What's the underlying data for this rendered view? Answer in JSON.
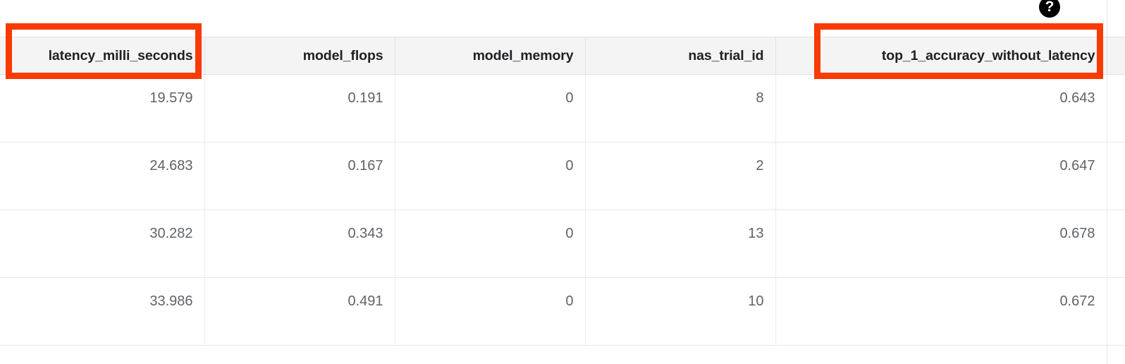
{
  "overlay": {
    "help_icon": "help-circle-icon",
    "help_glyph": "?",
    "annotation_color": "#f93a02",
    "annotations": [
      {
        "id": "annot-latency",
        "target": "latency_milli_seconds"
      },
      {
        "id": "annot-top1",
        "target": "top_1_accuracy_without_latency"
      }
    ]
  },
  "table": {
    "columns": [
      {
        "key": "latency_milli_seconds",
        "label": "latency_milli_seconds",
        "align": "right"
      },
      {
        "key": "model_flops",
        "label": "model_flops",
        "align": "right"
      },
      {
        "key": "model_memory",
        "label": "model_memory",
        "align": "right"
      },
      {
        "key": "nas_trial_id",
        "label": "nas_trial_id",
        "align": "right"
      },
      {
        "key": "top_1_accuracy_without_latency",
        "label": "top_1_accuracy_without_latency",
        "align": "right"
      },
      {
        "key": "next_column_clipped",
        "label": "",
        "align": "right"
      }
    ],
    "rows": [
      {
        "latency_milli_seconds": "19.579",
        "model_flops": "0.191",
        "model_memory": "0",
        "nas_trial_id": "8",
        "top_1_accuracy_without_latency": "0.643",
        "next_column_clipped": ""
      },
      {
        "latency_milli_seconds": "24.683",
        "model_flops": "0.167",
        "model_memory": "0",
        "nas_trial_id": "2",
        "top_1_accuracy_without_latency": "0.647",
        "next_column_clipped": ""
      },
      {
        "latency_milli_seconds": "30.282",
        "model_flops": "0.343",
        "model_memory": "0",
        "nas_trial_id": "13",
        "top_1_accuracy_without_latency": "0.678",
        "next_column_clipped": ""
      },
      {
        "latency_milli_seconds": "33.986",
        "model_flops": "0.491",
        "model_memory": "0",
        "nas_trial_id": "10",
        "top_1_accuracy_without_latency": "0.672",
        "next_column_clipped": ""
      }
    ]
  },
  "theme": {
    "header_bg": "#f4f4f4",
    "header_text": "#202124",
    "cell_text": "#5f6368",
    "row_border": "#e8e8e8",
    "page_bg": "#ffffff"
  }
}
